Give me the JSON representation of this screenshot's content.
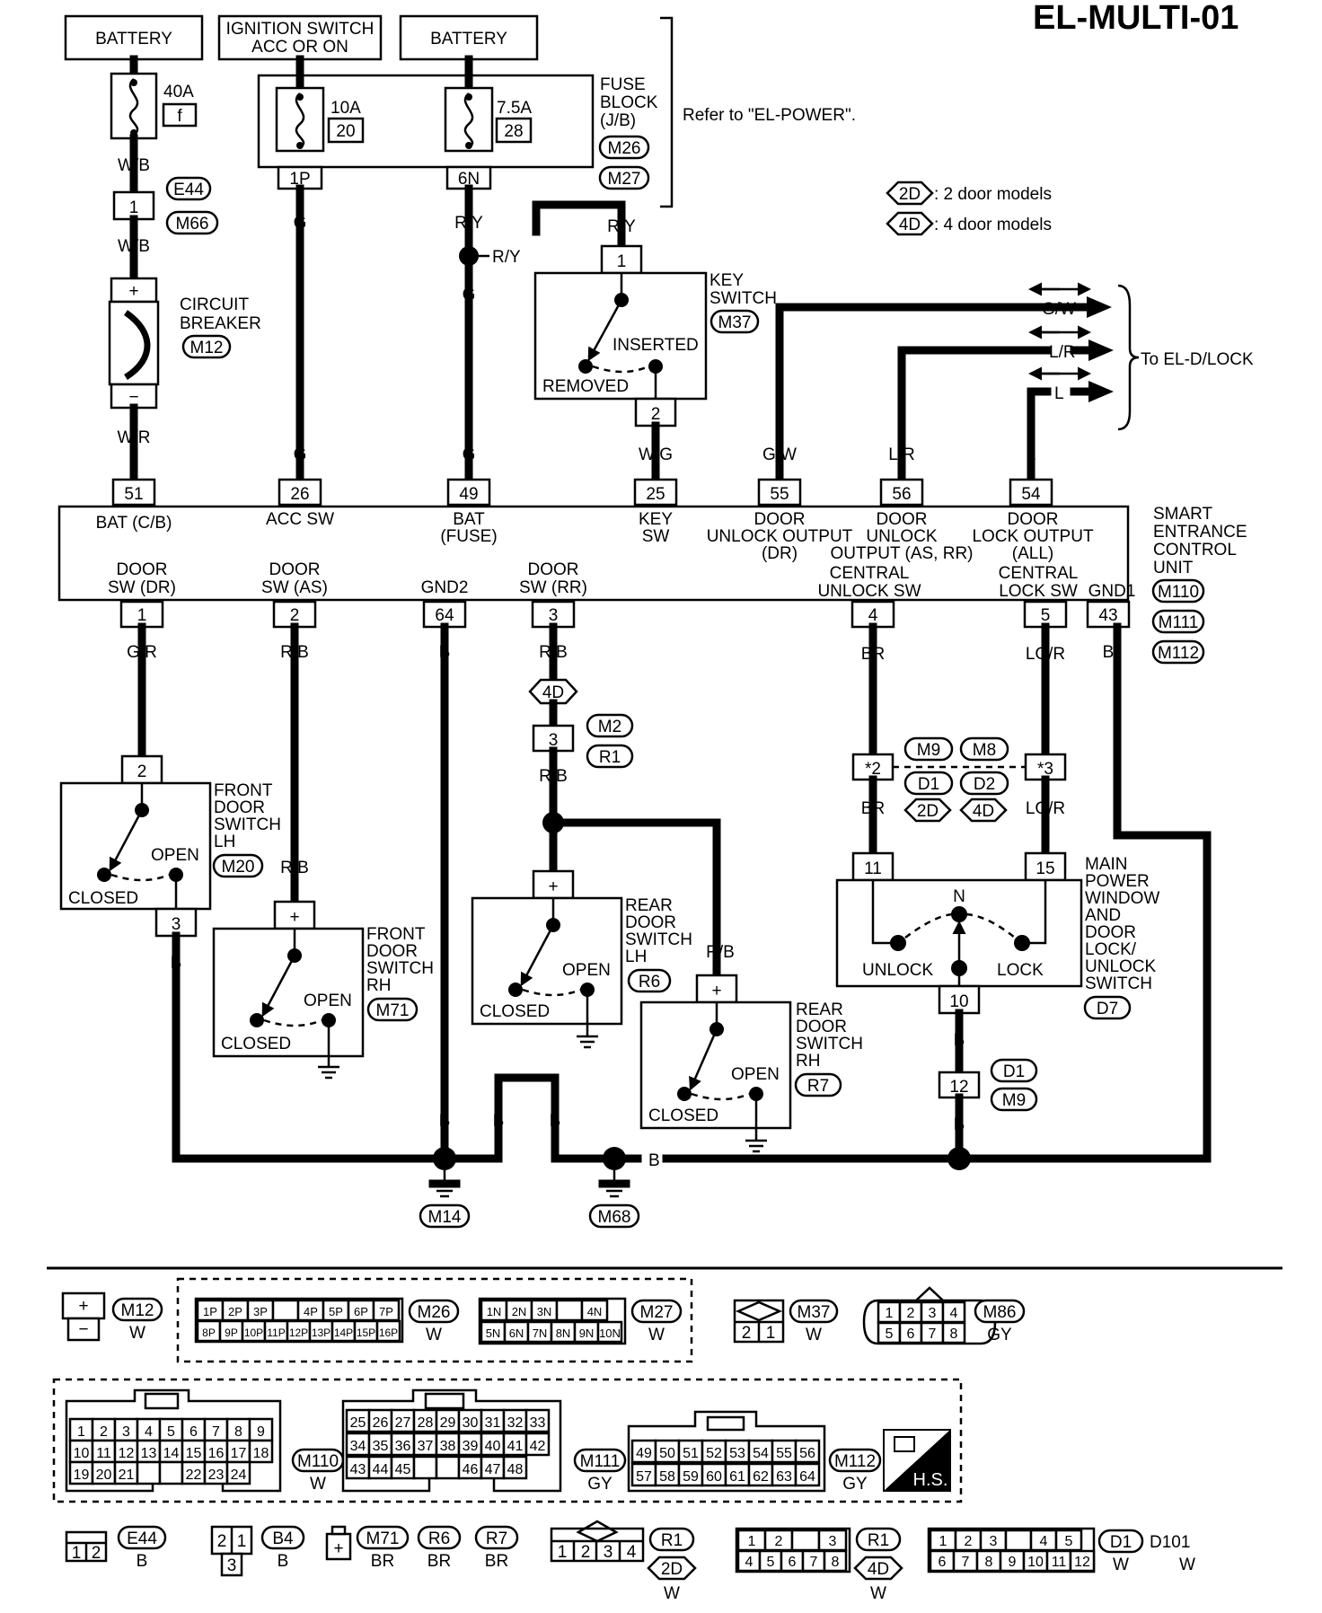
{
  "title": "EL-MULTI-01",
  "refer": "Refer to \"EL-POWER\".",
  "to_dlock": "To EL-D/LOCK",
  "legend": {
    "d2": "2D",
    "d2_text": ": 2 door models",
    "d4": "4D",
    "d4_text": ": 4 door models"
  },
  "sources": {
    "battery1": "BATTERY",
    "ignition_line1": "IGNITION SWITCH",
    "ignition_line2": "ACC OR ON",
    "battery2": "BATTERY"
  },
  "fuses": {
    "f40": {
      "amp": "40A",
      "num": "f"
    },
    "f10": {
      "amp": "10A",
      "num": "20",
      "conn": "1P"
    },
    "f75": {
      "amp": "7.5A",
      "num": "28",
      "conn": "6N"
    },
    "block_lines": [
      "FUSE",
      "BLOCK",
      "(J/B)"
    ],
    "block_conns": [
      "M26",
      "M27"
    ]
  },
  "connectors_top": {
    "e44": "E44",
    "m66": "M66",
    "pin1": "1"
  },
  "circuit_breaker": {
    "lines": [
      "CIRCUIT",
      "BREAKER"
    ],
    "conn": "M12",
    "plus": "+",
    "minus": "−"
  },
  "key_switch": {
    "lines": [
      "KEY",
      "SWITCH"
    ],
    "conn": "M37",
    "inserted": "INSERTED",
    "removed": "REMOVED",
    "pin_top": "1",
    "pin_bottom": "2"
  },
  "wire_colors": {
    "wb": "W/B",
    "wr": "W/R",
    "g": "G",
    "ry": "R/Y",
    "wg": "W/G",
    "gw": "G/W",
    "lr": "L/R",
    "l": "L",
    "gr": "G/R",
    "rb": "R/B",
    "b": "B",
    "br": "BR",
    "lgr": "LG/R"
  },
  "secu": {
    "name_lines": [
      "SMART",
      "ENTRANCE",
      "CONTROL",
      "UNIT"
    ],
    "conns": [
      "M110",
      "M111",
      "M112"
    ],
    "top_pins": [
      {
        "pin": "51",
        "l1": "BAT (C/B)",
        "l2": "",
        "l3": ""
      },
      {
        "pin": "26",
        "l1": "ACC SW",
        "l2": "",
        "l3": ""
      },
      {
        "pin": "49",
        "l1": "BAT",
        "l2": "(FUSE)",
        "l3": ""
      },
      {
        "pin": "25",
        "l1": "KEY",
        "l2": "SW",
        "l3": ""
      },
      {
        "pin": "55",
        "l1": "DOOR",
        "l2": "UNLOCK OUTPUT",
        "l3": "(DR)"
      },
      {
        "pin": "56",
        "l1": "DOOR",
        "l2": "UNLOCK",
        "l3": "OUTPUT (AS, RR)"
      },
      {
        "pin": "54",
        "l1": "DOOR",
        "l2": "LOCK OUTPUT",
        "l3": "(ALL)"
      }
    ],
    "bottom_pins": [
      {
        "pin": "1",
        "l1": "DOOR",
        "l2": "SW (DR)"
      },
      {
        "pin": "2",
        "l1": "DOOR",
        "l2": "SW  (AS)"
      },
      {
        "pin": "64",
        "l1": "GND2",
        "l2": ""
      },
      {
        "pin": "3",
        "l1": "DOOR",
        "l2": "SW (RR)"
      },
      {
        "pin": "4",
        "l1": "CENTRAL",
        "l2": "UNLOCK SW"
      },
      {
        "pin": "5",
        "l1": "CENTRAL",
        "l2": "LOCK SW"
      },
      {
        "pin": "43",
        "l1": "GND1",
        "l2": ""
      }
    ]
  },
  "front_lh": {
    "lines": [
      "FRONT",
      "DOOR",
      "SWITCH",
      "LH"
    ],
    "conn": "M20",
    "open": "OPEN",
    "closed": "CLOSED",
    "pin_top": "2",
    "pin_bottom": "3"
  },
  "front_rh": {
    "lines": [
      "FRONT",
      "DOOR",
      "SWITCH",
      "RH"
    ],
    "conn": "M71",
    "open": "OPEN",
    "closed": "CLOSED",
    "plus": "+"
  },
  "rear_lh": {
    "lines": [
      "REAR",
      "DOOR",
      "SWITCH",
      "LH"
    ],
    "conn": "R6",
    "open": "OPEN",
    "closed": "CLOSED",
    "plus": "+"
  },
  "rear_rh": {
    "lines": [
      "REAR",
      "DOOR",
      "SWITCH",
      "RH"
    ],
    "conn": "R7",
    "open": "OPEN",
    "closed": "CLOSED",
    "plus": "+"
  },
  "rr_joint": {
    "tag": "4D",
    "pin": "3",
    "conns": [
      "M2",
      "R1"
    ]
  },
  "mid_conn": {
    "a": "*2",
    "b": "*3",
    "c1": "M9",
    "c2": "M8",
    "c3": "D1",
    "c4": "D2",
    "t1": "2D",
    "t2": "4D"
  },
  "main_pw": {
    "lines": [
      "MAIN",
      "POWER",
      "WINDOW",
      "AND",
      "DOOR",
      "LOCK/",
      "UNLOCK",
      "SWITCH"
    ],
    "conn": "D7",
    "n": "N",
    "unlock": "UNLOCK",
    "lock": "LOCK",
    "pin11": "11",
    "pin15": "15",
    "pin10": "10",
    "pin12": "12",
    "c12a": "D1",
    "c12b": "M9"
  },
  "grounds": {
    "m14": "M14",
    "m68": "M68"
  },
  "faces": {
    "m12": {
      "name": "M12",
      "color": "W"
    },
    "m26": {
      "name": "M26",
      "color": "W",
      "row1": [
        "1P",
        "2P",
        "3P",
        "",
        "4P",
        "5P",
        "6P",
        "7P"
      ],
      "row2": [
        "8P",
        "9P",
        "10P",
        "11P",
        "12P",
        "13P",
        "14P",
        "15P",
        "16P"
      ]
    },
    "m27": {
      "name": "M27",
      "color": "W",
      "row1": [
        "1N",
        "2N",
        "3N",
        "",
        "4N"
      ],
      "row2": [
        "5N",
        "6N",
        "7N",
        "8N",
        "9N",
        "10N"
      ]
    },
    "m37": {
      "name": "M37",
      "color": "W",
      "pins": [
        "2",
        "1"
      ]
    },
    "m86": {
      "name": "M86",
      "color": "GY",
      "row1": [
        "1",
        "2",
        "3",
        "4"
      ],
      "row2": [
        "5",
        "6",
        "7",
        "8"
      ]
    },
    "m110": {
      "name": "M110",
      "color": "W",
      "row1": [
        "1",
        "2",
        "3",
        "4",
        "5",
        "6",
        "7",
        "8",
        "9"
      ],
      "row2": [
        "10",
        "11",
        "12",
        "13",
        "14",
        "15",
        "16",
        "17",
        "18"
      ],
      "row3": [
        "19",
        "20",
        "21",
        "",
        "",
        "22",
        "23",
        "24"
      ]
    },
    "m111": {
      "name": "M111",
      "color": "GY",
      "row1": [
        "25",
        "26",
        "27",
        "28",
        "29",
        "30",
        "31",
        "32",
        "33"
      ],
      "row2": [
        "34",
        "35",
        "36",
        "37",
        "38",
        "39",
        "40",
        "41",
        "42"
      ],
      "row3": [
        "43",
        "44",
        "45",
        "",
        "",
        "46",
        "47",
        "48"
      ]
    },
    "m112": {
      "name": "M112",
      "color": "GY",
      "row1": [
        "49",
        "50",
        "51",
        "52",
        "53",
        "54",
        "55",
        "56"
      ],
      "row2": [
        "57",
        "58",
        "59",
        "60",
        "61",
        "62",
        "63",
        "64"
      ]
    },
    "hs": "H.S.",
    "e44": {
      "name": "E44",
      "color": "B",
      "pins": [
        "1",
        "2"
      ]
    },
    "b4": {
      "name": "B4",
      "color": "B",
      "pins": [
        "2",
        "1",
        "3"
      ]
    },
    "m71r6r7": {
      "names": [
        "M71",
        "R6",
        "R7"
      ],
      "colors": [
        "BR",
        "BR",
        "BR"
      ],
      "plus": "+"
    },
    "r1_2d": {
      "name": "R1",
      "tag": "2D",
      "color": "W",
      "pins": [
        "1",
        "2",
        "3",
        "4"
      ]
    },
    "r1_4d": {
      "name": "R1",
      "tag": "4D",
      "color": "W",
      "row1": [
        "1",
        "2",
        "",
        "3"
      ],
      "row2": [
        "4",
        "5",
        "6",
        "7",
        "8"
      ]
    },
    "d1": {
      "names": [
        "D1",
        "D101"
      ],
      "colors": [
        "W",
        "W"
      ],
      "row1": [
        "1",
        "2",
        "3",
        "",
        "4",
        "5"
      ],
      "row2": [
        "6",
        "7",
        "8",
        "9",
        "10",
        "11",
        "12"
      ]
    }
  }
}
